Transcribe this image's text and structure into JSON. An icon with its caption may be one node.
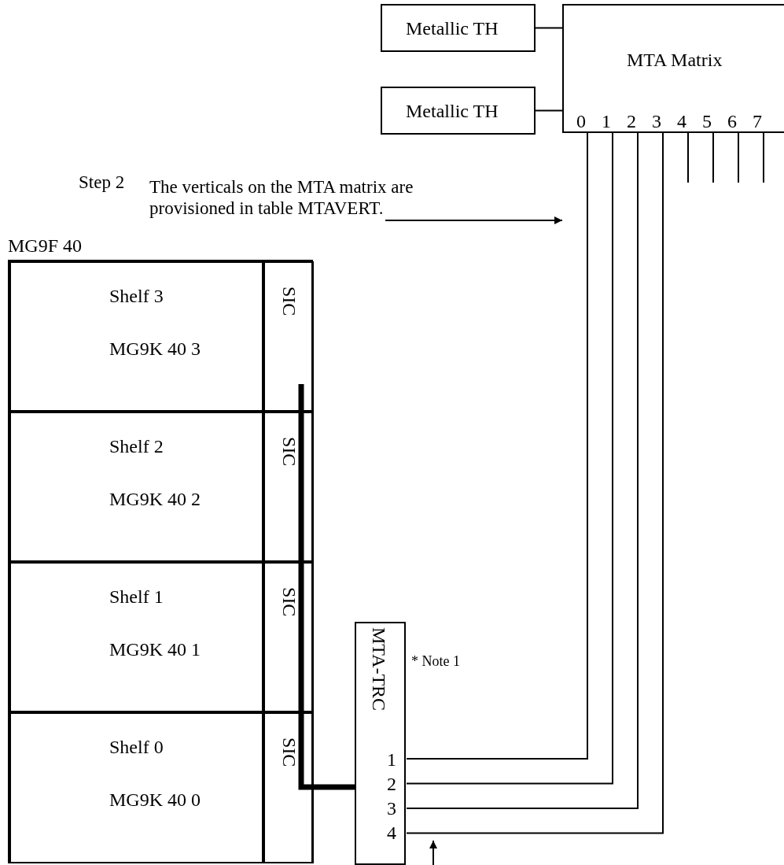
{
  "diagram": {
    "nodes": [
      {
        "text": [
          "Metallic TH"
        ]
      },
      {
        "text": [
          "Metallic TH"
        ]
      },
      {
        "text": [
          "MTA Matrix"
        ]
      },
      {
        "text": [
          "MG9F 40"
        ]
      },
      {
        "text": [
          "Shelf 3",
          "MG9K 40 3"
        ],
        "in": 3
      },
      {
        "text": [
          "SIC"
        ],
        "in": 3
      },
      {
        "text": [
          "Shelf 2",
          "MG9K 40 2"
        ],
        "in": 3
      },
      {
        "text": [
          "SIC"
        ],
        "in": 3
      },
      {
        "text": [
          "Shelf 1",
          "MG9K 40 1"
        ],
        "in": 3
      },
      {
        "text": [
          "SIC"
        ],
        "in": 3
      },
      {
        "text": [
          "Shelf 0",
          "MG9K 40 0"
        ],
        "in": 3
      },
      {
        "text": [
          "SIC"
        ],
        "in": 3
      },
      {
        "text": [
          "MTA-TRC"
        ],
        "beside": [
          "* Note 1"
        ]
      }
    ],
    "edges": [
      {
        "from": 0,
        "to": 2,
        "arrow": "none"
      },
      {
        "from": 1,
        "to": 2,
        "arrow": "none"
      },
      {
        "from": 5,
        "to": 12,
        "arrow": "none",
        "style": "thick"
      },
      {
        "from": 7,
        "to": 12,
        "arrow": "none",
        "style": "thick"
      },
      {
        "from": 9,
        "to": 12,
        "arrow": "none",
        "style": "thick"
      },
      {
        "from": 11,
        "to": 12,
        "arrow": "none",
        "style": "thick"
      },
      {
        "from": 12,
        "to": 2,
        "arrow": "none"
      },
      {
        "from": 12,
        "to": 2,
        "arrow": "none"
      },
      {
        "from": 12,
        "to": 2,
        "arrow": "none"
      },
      {
        "from": 12,
        "to": 2,
        "arrow": "none"
      }
    ],
    "labels": [
      "0",
      "1",
      "2",
      "3",
      "4",
      "5",
      "6",
      "7",
      "Step 2",
      "The verticals on the MTA matrix are provisioned in table MTAVERT.",
      "1",
      "2",
      "3",
      "4"
    ]
  }
}
